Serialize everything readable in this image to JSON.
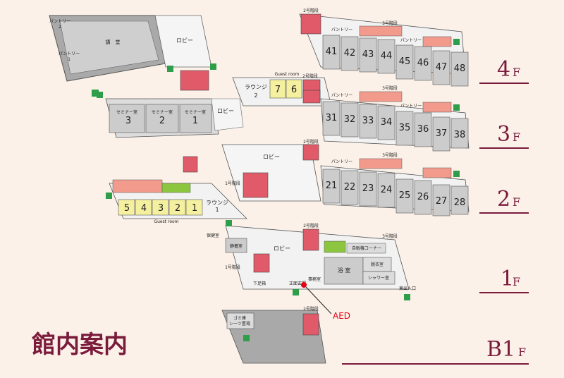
{
  "title": "館内案内",
  "floors": {
    "f4": {
      "num": "4",
      "unit": "F"
    },
    "f3": {
      "num": "3",
      "unit": "F"
    },
    "f2": {
      "num": "2",
      "unit": "F"
    },
    "f1": {
      "num": "1",
      "unit": "F"
    },
    "b1": {
      "num": "B1",
      "unit": "F"
    }
  },
  "labels": {
    "lecture_hall": "講　堂",
    "pantry": "パントリー",
    "pantry_2": "2",
    "pantry_1": "1",
    "lobby": "ロビー",
    "seminar": "セミナー室",
    "seminar_nums": [
      "3",
      "2",
      "1"
    ],
    "lounge": "ラウンジ",
    "lounge_2": "2",
    "lounge_1": "1",
    "guest_room": "Guest room",
    "stairs_1": "1号階段",
    "stairs_2": "2号階段",
    "stairs_3": "3号階段",
    "health_room": "保健室",
    "quiet_room": "静養室",
    "vending": "自販機コーナー",
    "bath": "浴 室",
    "dressing": "脱衣室",
    "shower": "シャワー室",
    "shoe_box": "下足箱",
    "main_entrance": "正面玄関",
    "office": "事務室",
    "east_entrance": "東出入口",
    "garbage": "ゴミ庫",
    "sheet_storage": "シーツ置場",
    "aed": "AED"
  },
  "rooms": {
    "f4_guest": [
      "7",
      "6"
    ],
    "f4_top": [
      "41",
      "42",
      "43",
      "44",
      "45",
      "46",
      "47",
      "48"
    ],
    "f3": [
      "31",
      "32",
      "33",
      "34",
      "35",
      "36",
      "37",
      "38"
    ],
    "f2": [
      "21",
      "22",
      "23",
      "24",
      "25",
      "26",
      "27",
      "28"
    ],
    "f2_guest": [
      "5",
      "4",
      "3",
      "2",
      "1"
    ]
  },
  "colors": {
    "title": "#7a1b3c",
    "room_gray": "#cccccc",
    "guest_yellow": "#f5f0a0",
    "stairs_red": "#e05a6a",
    "wc_pink": "#f29a8c",
    "green": "#8cc63f",
    "aed_red": "#e60012"
  }
}
